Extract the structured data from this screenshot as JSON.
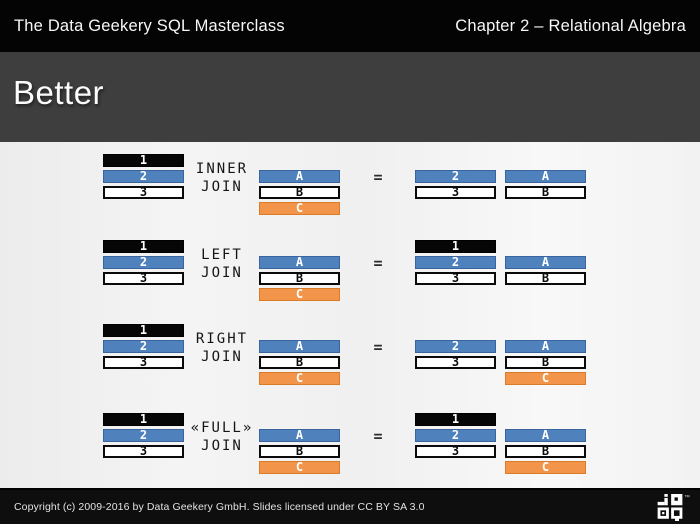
{
  "header": {
    "left_title": "The Data Geekery SQL Masterclass",
    "right_title": "Chapter 2 – Relational Algebra"
  },
  "title": "Better",
  "palette": {
    "blue": "#4f81bd",
    "blue_border": "#3a649e",
    "orange": "#f2954a",
    "orange_border": "#da7b28",
    "bar_black": "#060606"
  },
  "equals_sign": "=",
  "joins": [
    {
      "id": "inner",
      "label_lines": [
        "INNER",
        "JOIN"
      ],
      "left_table": [
        {
          "text": "1",
          "style": "black"
        },
        {
          "text": "2",
          "style": "blue"
        },
        {
          "text": "3",
          "style": "white"
        }
      ],
      "right_table": [
        {
          "text": "A",
          "style": "blue"
        },
        {
          "text": "B",
          "style": "white"
        },
        {
          "text": "C",
          "style": "orange"
        }
      ],
      "result": {
        "left": [
          null,
          {
            "text": "2",
            "style": "blue"
          },
          {
            "text": "3",
            "style": "white"
          },
          null
        ],
        "right": [
          null,
          {
            "text": "A",
            "style": "blue"
          },
          {
            "text": "B",
            "style": "white"
          },
          null
        ]
      }
    },
    {
      "id": "left",
      "label_lines": [
        "LEFT",
        "JOIN"
      ],
      "left_table": [
        {
          "text": "1",
          "style": "black"
        },
        {
          "text": "2",
          "style": "blue"
        },
        {
          "text": "3",
          "style": "white"
        }
      ],
      "right_table": [
        {
          "text": "A",
          "style": "blue"
        },
        {
          "text": "B",
          "style": "white"
        },
        {
          "text": "C",
          "style": "orange"
        }
      ],
      "result": {
        "left": [
          {
            "text": "1",
            "style": "black"
          },
          {
            "text": "2",
            "style": "blue"
          },
          {
            "text": "3",
            "style": "white"
          },
          null
        ],
        "right": [
          null,
          {
            "text": "A",
            "style": "blue"
          },
          {
            "text": "B",
            "style": "white"
          },
          null
        ]
      }
    },
    {
      "id": "right",
      "label_lines": [
        "RIGHT",
        "JOIN"
      ],
      "left_table": [
        {
          "text": "1",
          "style": "black"
        },
        {
          "text": "2",
          "style": "blue"
        },
        {
          "text": "3",
          "style": "white"
        }
      ],
      "right_table": [
        {
          "text": "A",
          "style": "blue"
        },
        {
          "text": "B",
          "style": "white"
        },
        {
          "text": "C",
          "style": "orange"
        }
      ],
      "result": {
        "left": [
          null,
          {
            "text": "2",
            "style": "blue"
          },
          {
            "text": "3",
            "style": "white"
          },
          null
        ],
        "right": [
          null,
          {
            "text": "A",
            "style": "blue"
          },
          {
            "text": "B",
            "style": "white"
          },
          {
            "text": "C",
            "style": "orange"
          }
        ]
      }
    },
    {
      "id": "full",
      "label_lines": [
        "«FULL»",
        "JOIN"
      ],
      "left_table": [
        {
          "text": "1",
          "style": "black"
        },
        {
          "text": "2",
          "style": "blue"
        },
        {
          "text": "3",
          "style": "white"
        }
      ],
      "right_table": [
        {
          "text": "A",
          "style": "blue"
        },
        {
          "text": "B",
          "style": "white"
        },
        {
          "text": "C",
          "style": "orange"
        }
      ],
      "result": {
        "left": [
          {
            "text": "1",
            "style": "black"
          },
          {
            "text": "2",
            "style": "blue"
          },
          {
            "text": "3",
            "style": "white"
          },
          null
        ],
        "right": [
          null,
          {
            "text": "A",
            "style": "blue"
          },
          {
            "text": "B",
            "style": "white"
          },
          {
            "text": "C",
            "style": "orange"
          }
        ]
      }
    }
  ],
  "footer": {
    "copyright": "Copyright (c) 2009-2016 by Data Geekery GmbH. Slides licensed under CC BY SA 3.0",
    "logo_name": "jooq-logo",
    "trademark": "™"
  }
}
